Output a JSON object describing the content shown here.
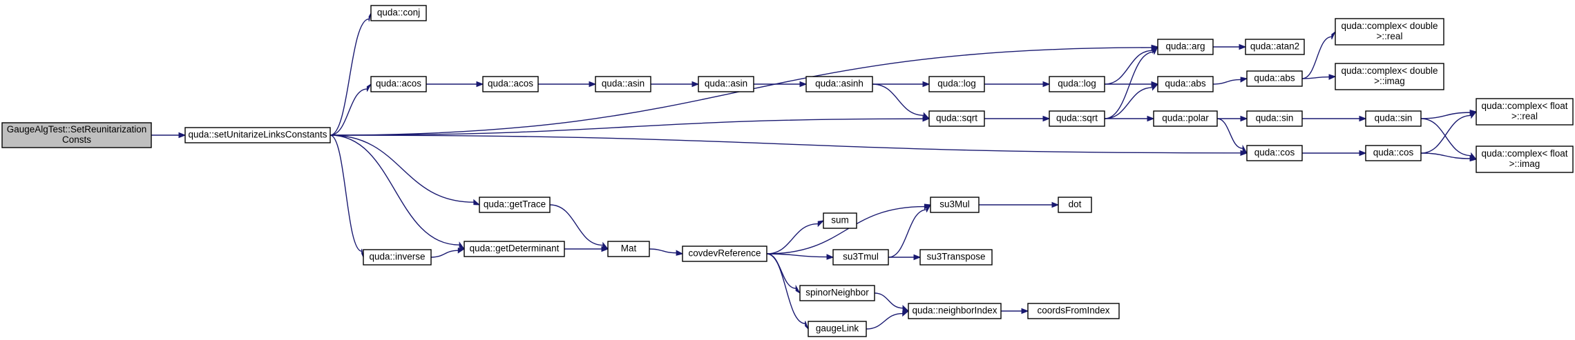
{
  "colors": {
    "edge": "#191970",
    "node_fill": "#ffffff",
    "root_fill": "#bfbfbf",
    "border": "#000000"
  },
  "nodes": [
    {
      "id": "root",
      "lines": [
        "GaugeAlgTest::SetReunitarization",
        "Consts"
      ],
      "root": true
    },
    {
      "id": "setUnit",
      "lines": [
        "quda::setUnitarizeLinksConstants"
      ]
    },
    {
      "id": "conj",
      "lines": [
        "quda::conj"
      ]
    },
    {
      "id": "acos1",
      "lines": [
        "quda::acos"
      ]
    },
    {
      "id": "acos2",
      "lines": [
        "quda::acos"
      ]
    },
    {
      "id": "asin1",
      "lines": [
        "quda::asin"
      ]
    },
    {
      "id": "asin2",
      "lines": [
        "quda::asin"
      ]
    },
    {
      "id": "asinh",
      "lines": [
        "quda::asinh"
      ]
    },
    {
      "id": "log1",
      "lines": [
        "quda::log"
      ]
    },
    {
      "id": "log2",
      "lines": [
        "quda::log"
      ]
    },
    {
      "id": "arg",
      "lines": [
        "quda::arg"
      ]
    },
    {
      "id": "atan2",
      "lines": [
        "quda::atan2"
      ]
    },
    {
      "id": "abs1",
      "lines": [
        "quda::abs"
      ]
    },
    {
      "id": "abs2",
      "lines": [
        "quda::abs"
      ]
    },
    {
      "id": "cdreal",
      "lines": [
        "quda::complex< double",
        " >::real"
      ]
    },
    {
      "id": "cdimag",
      "lines": [
        "quda::complex< double",
        " >::imag"
      ]
    },
    {
      "id": "sqrt1",
      "lines": [
        "quda::sqrt"
      ]
    },
    {
      "id": "sqrt2",
      "lines": [
        "quda::sqrt"
      ]
    },
    {
      "id": "polar",
      "lines": [
        "quda::polar"
      ]
    },
    {
      "id": "sin1",
      "lines": [
        "quda::sin"
      ]
    },
    {
      "id": "sin2",
      "lines": [
        "quda::sin"
      ]
    },
    {
      "id": "cos1",
      "lines": [
        "quda::cos"
      ]
    },
    {
      "id": "cos2",
      "lines": [
        "quda::cos"
      ]
    },
    {
      "id": "cfreal",
      "lines": [
        "quda::complex< float",
        " >::real"
      ]
    },
    {
      "id": "cfimag",
      "lines": [
        "quda::complex< float",
        " >::imag"
      ]
    },
    {
      "id": "getTrace",
      "lines": [
        "quda::getTrace"
      ]
    },
    {
      "id": "inverse",
      "lines": [
        "quda::inverse"
      ]
    },
    {
      "id": "getDet",
      "lines": [
        "quda::getDeterminant"
      ]
    },
    {
      "id": "mat",
      "lines": [
        "Mat"
      ]
    },
    {
      "id": "covdev",
      "lines": [
        "covdevReference"
      ]
    },
    {
      "id": "sum",
      "lines": [
        "sum"
      ]
    },
    {
      "id": "su3Mul",
      "lines": [
        "su3Mul"
      ]
    },
    {
      "id": "dot",
      "lines": [
        "dot"
      ]
    },
    {
      "id": "su3Tmul",
      "lines": [
        "su3Tmul"
      ]
    },
    {
      "id": "su3T",
      "lines": [
        "su3Transpose"
      ]
    },
    {
      "id": "spinor",
      "lines": [
        "spinorNeighbor"
      ]
    },
    {
      "id": "gauge",
      "lines": [
        "gaugeLink"
      ]
    },
    {
      "id": "nIndex",
      "lines": [
        "quda::neighborIndex"
      ]
    },
    {
      "id": "coords",
      "lines": [
        "coordsFromIndex"
      ]
    }
  ],
  "edges": [
    [
      "root",
      "setUnit"
    ],
    [
      "setUnit",
      "conj"
    ],
    [
      "setUnit",
      "arg"
    ],
    [
      "setUnit",
      "acos1"
    ],
    [
      "setUnit",
      "sqrt1"
    ],
    [
      "setUnit",
      "cos1"
    ],
    [
      "setUnit",
      "getTrace"
    ],
    [
      "setUnit",
      "getDet"
    ],
    [
      "setUnit",
      "inverse"
    ],
    [
      "acos1",
      "acos2"
    ],
    [
      "acos2",
      "asin1"
    ],
    [
      "asin1",
      "asin2"
    ],
    [
      "asin2",
      "asinh"
    ],
    [
      "asinh",
      "log1"
    ],
    [
      "asinh",
      "sqrt1"
    ],
    [
      "log1",
      "log2"
    ],
    [
      "log2",
      "arg"
    ],
    [
      "log2",
      "abs1"
    ],
    [
      "arg",
      "atan2"
    ],
    [
      "abs1",
      "abs2"
    ],
    [
      "abs2",
      "cdreal"
    ],
    [
      "abs2",
      "cdimag"
    ],
    [
      "sqrt1",
      "sqrt2"
    ],
    [
      "sqrt2",
      "arg"
    ],
    [
      "sqrt2",
      "abs1"
    ],
    [
      "sqrt2",
      "polar"
    ],
    [
      "polar",
      "sin1"
    ],
    [
      "polar",
      "cos1"
    ],
    [
      "sin1",
      "sin2"
    ],
    [
      "cos1",
      "cos2"
    ],
    [
      "sin2",
      "cfreal"
    ],
    [
      "sin2",
      "cfimag"
    ],
    [
      "cos2",
      "cfreal"
    ],
    [
      "cos2",
      "cfimag"
    ],
    [
      "inverse",
      "getDet"
    ],
    [
      "getTrace",
      "mat"
    ],
    [
      "getDet",
      "mat"
    ],
    [
      "mat",
      "covdev"
    ],
    [
      "covdev",
      "su3Mul"
    ],
    [
      "covdev",
      "sum"
    ],
    [
      "covdev",
      "su3Tmul"
    ],
    [
      "covdev",
      "spinor"
    ],
    [
      "covdev",
      "gauge"
    ],
    [
      "su3Mul",
      "dot"
    ],
    [
      "su3Tmul",
      "su3Mul"
    ],
    [
      "su3Tmul",
      "su3T"
    ],
    [
      "spinor",
      "nIndex"
    ],
    [
      "gauge",
      "nIndex"
    ],
    [
      "nIndex",
      "coords"
    ]
  ]
}
